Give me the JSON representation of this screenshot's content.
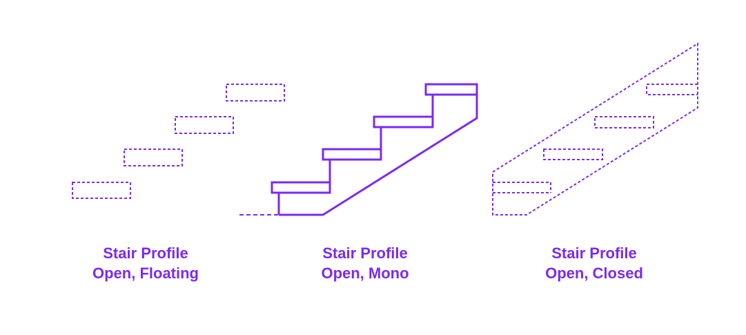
{
  "colors": {
    "accent": "#7a2af4",
    "background": "#ffffff"
  },
  "profiles": [
    {
      "line1": "Stair Profile",
      "line2": "Open, Floating",
      "style": "dashed"
    },
    {
      "line1": "Stair Profile",
      "line2": "Open, Mono",
      "style": "solid"
    },
    {
      "line1": "Stair Profile",
      "line2": "Open, Closed",
      "style": "dashed"
    }
  ]
}
